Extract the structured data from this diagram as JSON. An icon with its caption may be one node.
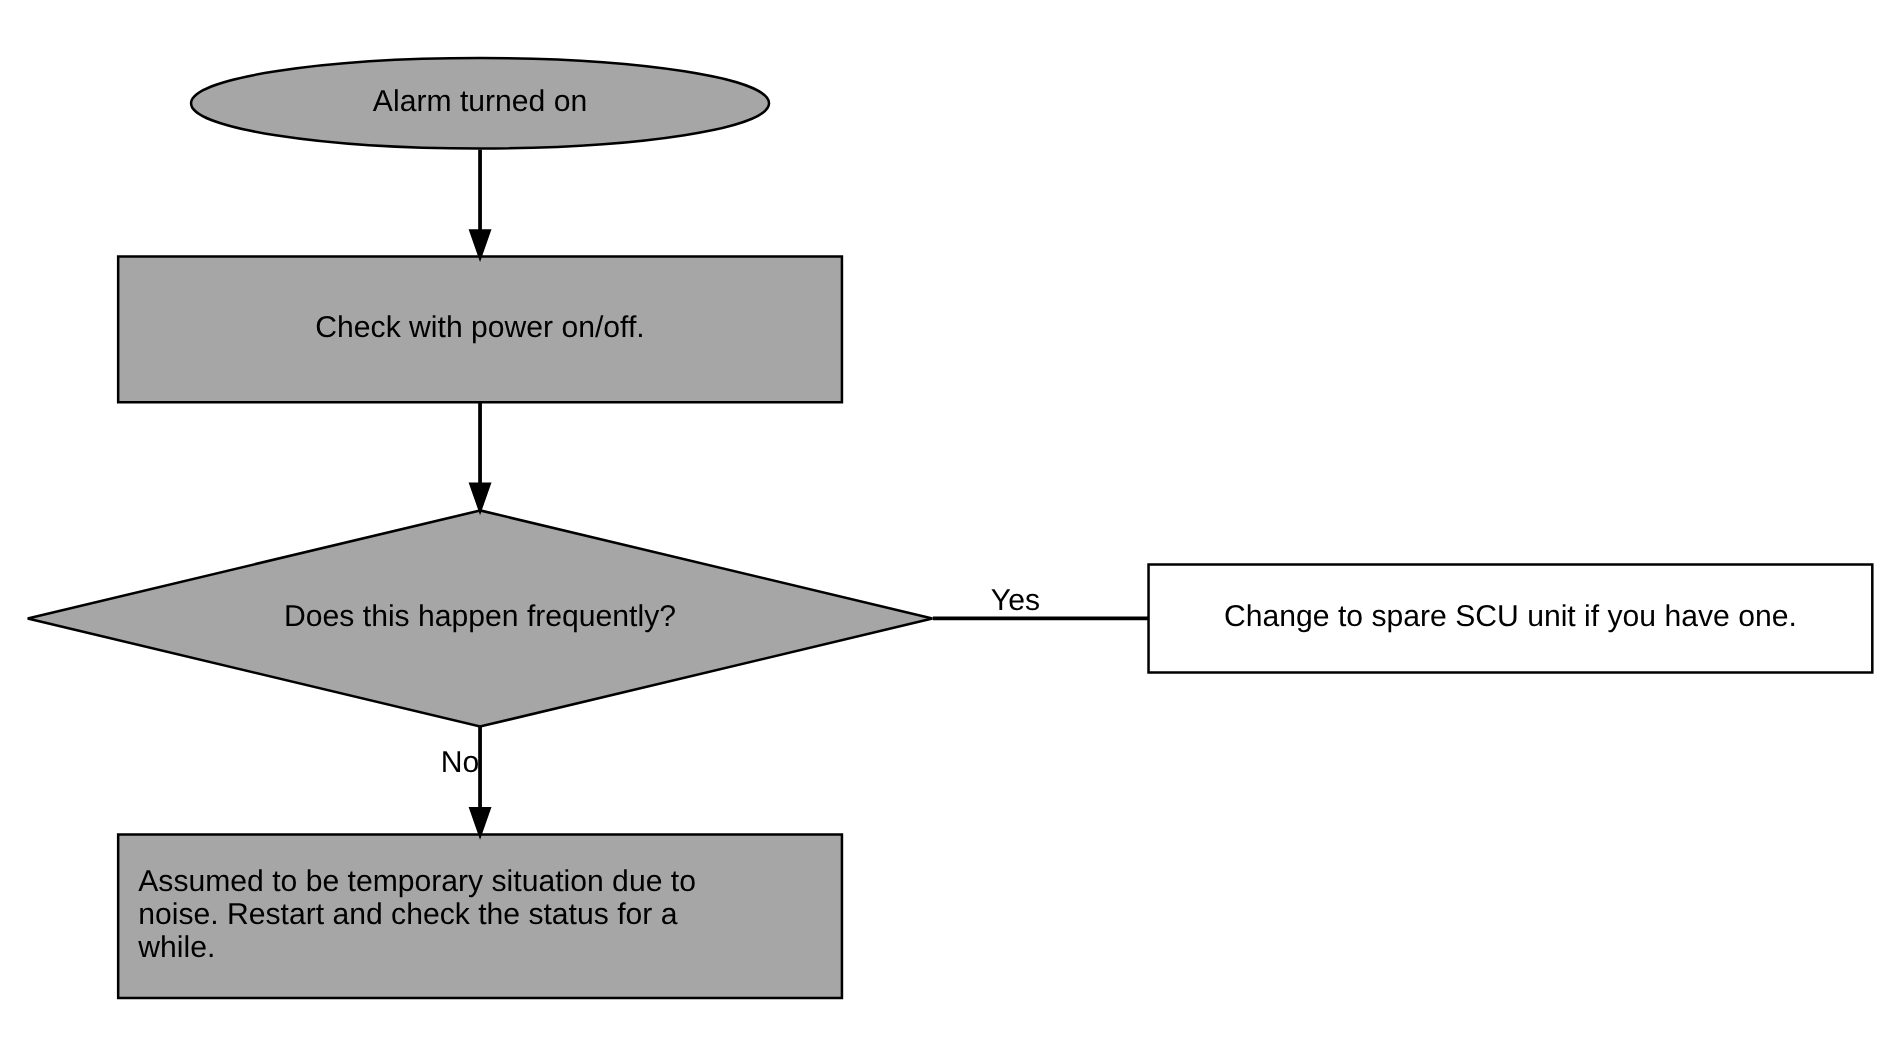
{
  "diagram": {
    "nodes": [
      {
        "text": [
          "Alarm turned on"
        ]
      },
      {
        "text": [
          "Check with power on/off."
        ]
      },
      {
        "text": [
          "Does this happen frequently?"
        ]
      },
      {
        "text": [
          "Change to spare SCU unit if you have one."
        ]
      },
      {
        "text": [
          "Assumed to be temporary situation due to noise. Restart and check the status for a while."
        ]
      }
    ],
    "edges": [
      {
        "from": 0,
        "to": 1,
        "arrow": "to"
      },
      {
        "from": 1,
        "to": 2,
        "arrow": "to"
      },
      {
        "from": 2,
        "to": 3,
        "arrow": "none",
        "label": "Yes"
      },
      {
        "from": 2,
        "to": 4,
        "arrow": "to",
        "label": "No"
      }
    ]
  }
}
